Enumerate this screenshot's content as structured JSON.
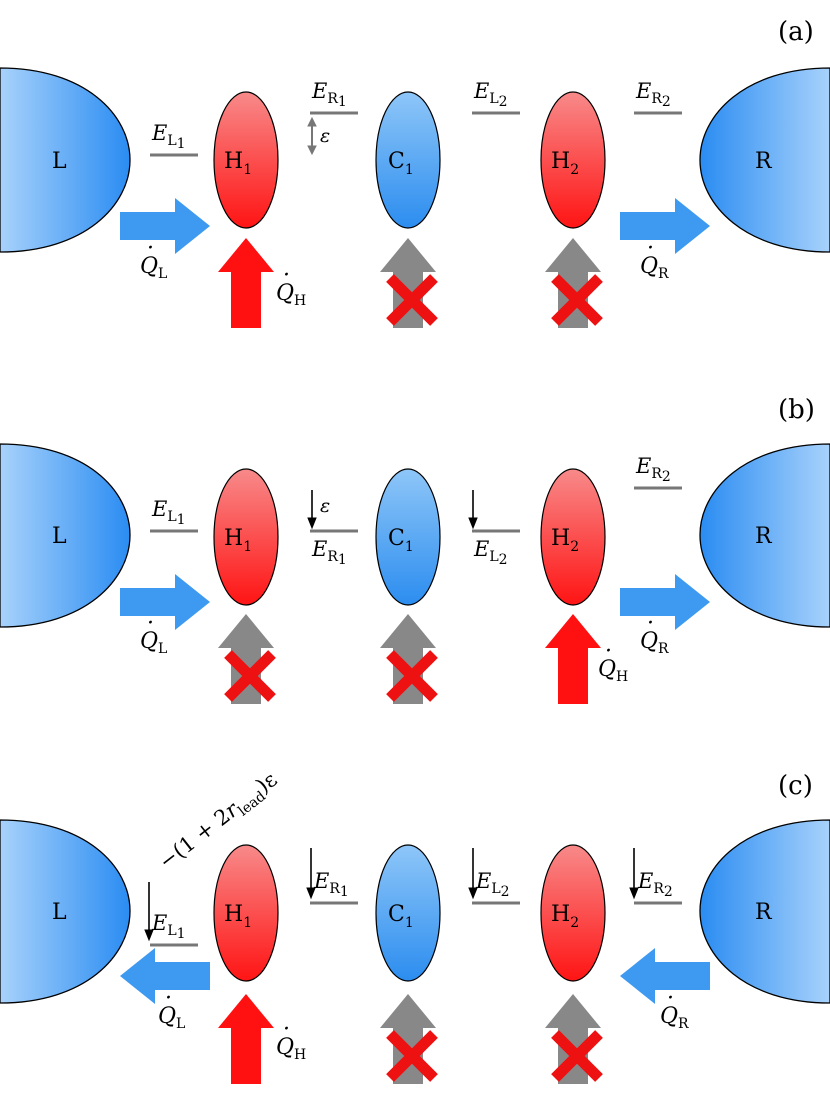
{
  "colors": {
    "hot": "#ff2020",
    "cold": "#3f9bf0",
    "heat_flow": "#3d9af0",
    "blocked": "#888888",
    "cross": "#ee1111",
    "level": "#777777"
  },
  "panels": [
    {
      "label": "(a)",
      "lead_left": "L",
      "lead_right": "R",
      "dots": [
        "H",
        "C",
        "H"
      ],
      "dot_subs": [
        "1",
        "1",
        "2"
      ],
      "levels": [
        {
          "name": "E",
          "sub": "L",
          "subsub": "1"
        },
        {
          "name": "E",
          "sub": "R",
          "subsub": "1"
        },
        {
          "name": "E",
          "sub": "L",
          "subsub": "2"
        },
        {
          "name": "E",
          "sub": "R",
          "subsub": "2"
        }
      ],
      "epsilon": "ε",
      "QL": {
        "sym": "Q",
        "sub": "L"
      },
      "QR": {
        "sym": "Q",
        "sub": "R"
      },
      "QH": {
        "sym": "Q",
        "sub": "H"
      }
    },
    {
      "label": "(b)",
      "lead_left": "L",
      "lead_right": "R",
      "dots": [
        "H",
        "C",
        "H"
      ],
      "dot_subs": [
        "1",
        "1",
        "2"
      ],
      "levels": [
        {
          "name": "E",
          "sub": "L",
          "subsub": "1"
        },
        {
          "name": "E",
          "sub": "R",
          "subsub": "1"
        },
        {
          "name": "E",
          "sub": "L",
          "subsub": "2"
        },
        {
          "name": "E",
          "sub": "R",
          "subsub": "2"
        }
      ],
      "epsilon": "ε",
      "QL": {
        "sym": "Q",
        "sub": "L"
      },
      "QR": {
        "sym": "Q",
        "sub": "R"
      },
      "QH": {
        "sym": "Q",
        "sub": "H"
      }
    },
    {
      "label": "(c)",
      "lead_left": "L",
      "lead_right": "R",
      "dots": [
        "H",
        "C",
        "H"
      ],
      "dot_subs": [
        "1",
        "1",
        "2"
      ],
      "levels": [
        {
          "name": "E",
          "sub": "L",
          "subsub": "1"
        },
        {
          "name": "E",
          "sub": "R",
          "subsub": "1"
        },
        {
          "name": "E",
          "sub": "L",
          "subsub": "2"
        },
        {
          "name": "E",
          "sub": "R",
          "subsub": "2"
        }
      ],
      "shift": {
        "prefix": "−(1 + 2",
        "r": "r",
        "r_sub": "lead",
        "suffix": ")ε"
      },
      "QL": {
        "sym": "Q",
        "sub": "L"
      },
      "QR": {
        "sym": "Q",
        "sub": "R"
      },
      "QH": {
        "sym": "Q",
        "sub": "H"
      }
    }
  ]
}
